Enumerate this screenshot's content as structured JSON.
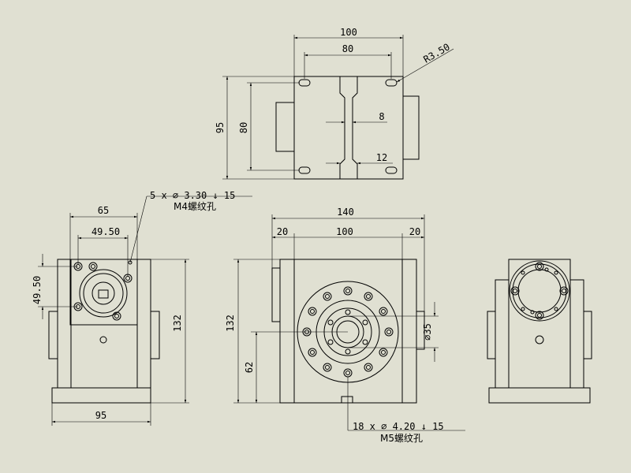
{
  "top_view": {
    "width_outer": "100",
    "width_inner": "80",
    "radius": "R3.50",
    "height_outer": "95",
    "height_inner": "80",
    "slot_width": "8",
    "slot_bottom": "12"
  },
  "left_view": {
    "hole_note_1": "5 x ∅ 3.30 ↓ 15",
    "hole_note_2": "M4螺纹孔",
    "width_65": "65",
    "width_4950": "49.50",
    "height_4950": "49.50",
    "height_132": "132",
    "base_95": "95"
  },
  "front_view": {
    "total_width": "140",
    "left_20": "20",
    "mid_100": "100",
    "right_20": "20",
    "height_132": "132",
    "height_62": "62",
    "dia_35": "∅35",
    "hole_note_1": "18 x ∅ 4.20 ↓ 15",
    "hole_note_2": "M5螺纹孔"
  }
}
